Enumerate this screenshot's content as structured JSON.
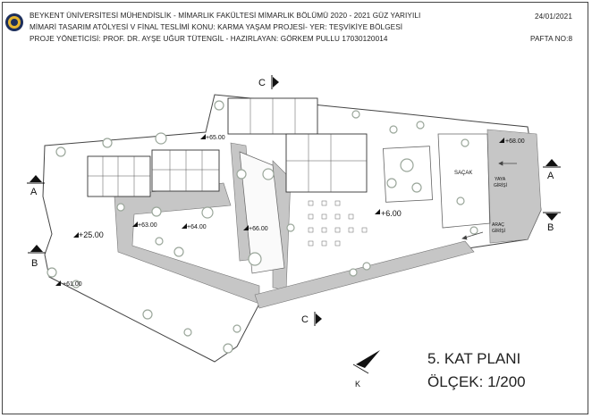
{
  "header": {
    "line1": "BEYKENT ÜNİVERSİTESİ MÜHENDİSLİK - MİMARLIK FAKÜLTESİ MİMARLIK BÖLÜMÜ 2020 - 2021 GÜZ YARIYILI",
    "line2": "MİMARİ TASARIM ATÖLYESİ V FİNAL TESLİMİ KONU: KARMA YAŞAM PROJESİ- YER: TEŞVİKİYE BÖLGESİ",
    "line3": "PROJE YÖNETİCİSİ: PROF. DR. AYŞE UĞUR TÜTENGİL -  HAZIRLAYAN: GÖRKEM PULLU 17030120014",
    "date": "24/01/2021",
    "sheet_no": "PAFTA NO:8"
  },
  "title": {
    "plan_name": "5. KAT PLANI",
    "scale": "ÖLÇEK: 1/200"
  },
  "sections": {
    "a": "A",
    "b": "B",
    "c": "C"
  },
  "elevations": {
    "e65": "+65.00",
    "e63": "+63.00",
    "e64": "+64.00",
    "e66": "+66.00",
    "e25": "+25.00",
    "e61": "+61.00",
    "e6": "+6.00",
    "e68": "+68.00"
  },
  "labels": {
    "sacak": "SAÇAK",
    "yaya_1": "YAYA",
    "yaya_2": "GİRİŞİ",
    "arac_1": "ARAÇ",
    "arac_2": "GİRİŞİ",
    "north": "K"
  },
  "colors": {
    "path": "#c6c6c6",
    "line": "#555555",
    "tree": "#9aa69a"
  }
}
